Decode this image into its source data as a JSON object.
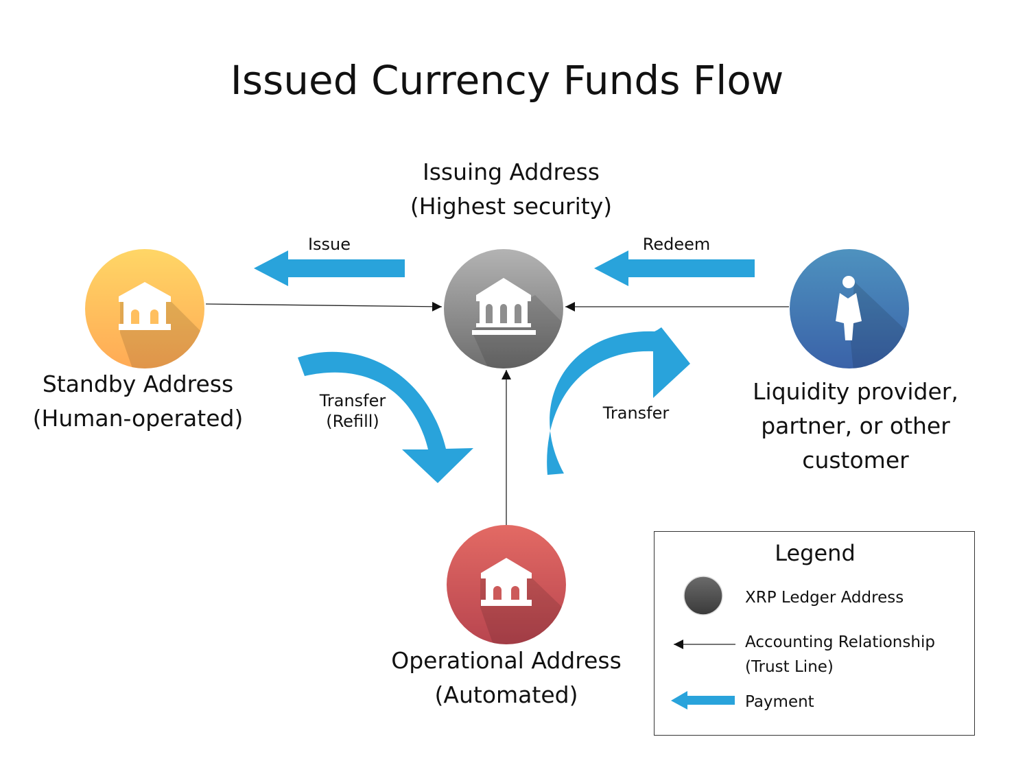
{
  "title": "Issued Currency Funds Flow",
  "colors": {
    "payment_arrow": "#29A3DB",
    "trust_line": "#222222",
    "standby": [
      "#FFD666",
      "#FFAA55"
    ],
    "issuing": [
      "#B3B3B3",
      "#6E6E6E"
    ],
    "liquidity": [
      "#4E92BF",
      "#3A62A8"
    ],
    "operational": [
      "#E36A64",
      "#B8454F"
    ],
    "legend_address": [
      "#6B6B6B",
      "#3A3A3A"
    ]
  },
  "nodes": {
    "issuing": {
      "label_line1": "Issuing Address",
      "label_line2": "(Highest security)",
      "icon": "bank-icon"
    },
    "standby": {
      "label_line1": "Standby Address",
      "label_line2": "(Human-operated)",
      "icon": "bank-icon"
    },
    "liquidity": {
      "label_line1": "Liquidity provider,",
      "label_line2": "partner, or other",
      "label_line3": "customer",
      "icon": "person-icon"
    },
    "operational": {
      "label_line1": "Operational Address",
      "label_line2": "(Automated)",
      "icon": "bank-icon"
    }
  },
  "flows": {
    "issue": "Issue",
    "redeem": "Redeem",
    "transfer_refill_line1": "Transfer",
    "transfer_refill_line2": "(Refill)",
    "transfer": "Transfer"
  },
  "legend": {
    "title": "Legend",
    "items": [
      {
        "symbol": "circle",
        "label": "XRP Ledger Address"
      },
      {
        "symbol": "thin-arrow",
        "label_line1": "Accounting Relationship",
        "label_line2": "(Trust Line)"
      },
      {
        "symbol": "thick-arrow",
        "label": "Payment"
      }
    ]
  }
}
